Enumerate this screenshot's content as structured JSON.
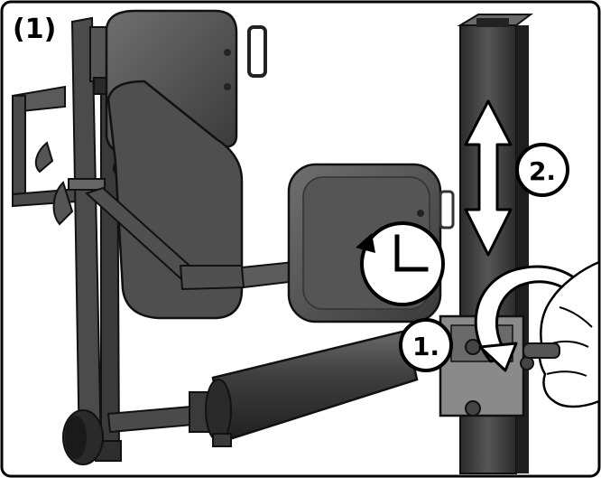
{
  "panel": {
    "label": "(1)"
  },
  "steps": [
    {
      "label": "1."
    },
    {
      "label": "2."
    }
  ],
  "colors": {
    "metal_dark": "#3a3a3a",
    "metal_mid": "#5a5a5a",
    "pad_dark": "#444444",
    "pad_light": "#6a6a6a",
    "arrow_white": "#ffffff",
    "outline": "#000000"
  },
  "icons": [
    "clock-icon",
    "rotate-arrow-icon",
    "up-down-arrow-icon",
    "hand-icon"
  ]
}
